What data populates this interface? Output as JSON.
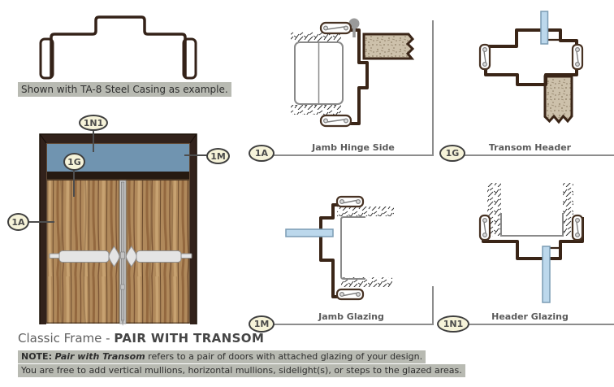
{
  "casing_figure": {
    "caption": "Shown with TA-8 Steel Casing as example."
  },
  "elevation": {
    "balloons": [
      {
        "label": "1N1"
      },
      {
        "label": "1M"
      },
      {
        "label": "1G"
      },
      {
        "label": "1A"
      }
    ],
    "title_prefix": "Classic Frame - ",
    "title_bold": "PAIR WITH TRANSOM"
  },
  "details": [
    {
      "balloon": "1A",
      "caption": "Jamb Hinge Side"
    },
    {
      "balloon": "1G",
      "caption": "Transom Header"
    },
    {
      "balloon": "1M",
      "caption": "Jamb Glazing"
    },
    {
      "balloon": "1N1",
      "caption": "Header Glazing"
    }
  ],
  "note": {
    "label": "NOTE:",
    "emphasis": "Pair with Transom",
    "line1_rest": " refers to a pair of doors with attached glazing of your design.",
    "line2": "You are free to add vertical mullions, horizontal mullions, sidelight(s), or steps to the glazed areas."
  },
  "colors": {
    "frame_brown": "#32221b",
    "outline_brown": "#3a2517",
    "transom_glazing_blue": "#7094b0",
    "glazing_strip_blue": "#bcd8ec",
    "wood_tan": "#b0895b",
    "wall_section_tan": "#cdc1ab",
    "balloon_fill": "#f6f3d9",
    "rule_gray": "#8c8c8c",
    "highlight_band": "#82867a"
  }
}
